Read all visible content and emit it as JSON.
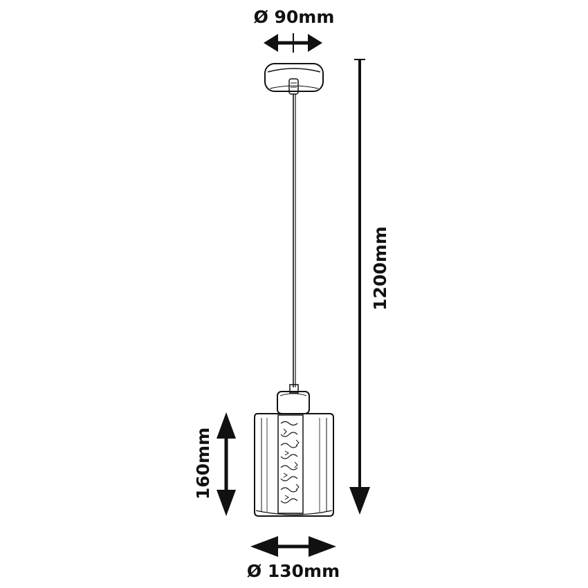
{
  "dimensions": {
    "canopy_diameter": "Ø 90mm",
    "cable_length": "1200mm",
    "shade_height": "160mm",
    "shade_diameter": "Ø 130mm"
  }
}
